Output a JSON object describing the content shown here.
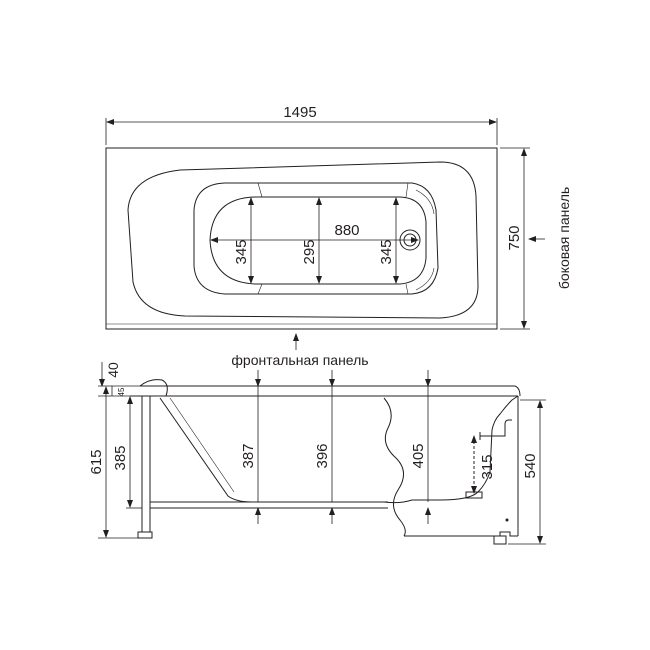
{
  "top_view": {
    "overall_length": "1495",
    "overall_width": "750",
    "inner_length": "880",
    "left_depth": "345",
    "mid_depth": "295",
    "right_depth": "345",
    "side_panel_label": "боковая панель",
    "front_panel_label": "фронтальная панель"
  },
  "side_view": {
    "rim_thickness": "40",
    "top_offset": "45",
    "total_height": "615",
    "leg_height": "385",
    "depth_left": "387",
    "depth_mid": "396",
    "depth_right": "405",
    "drain_height": "315",
    "side_height": "540"
  }
}
